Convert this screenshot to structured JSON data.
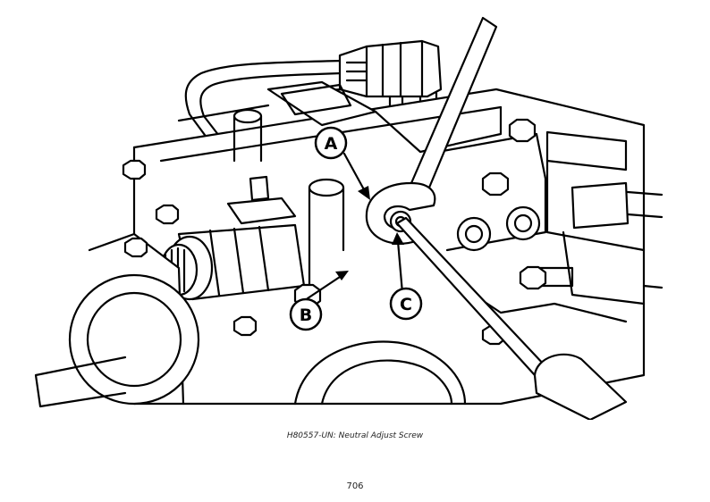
{
  "figure": {
    "callouts": [
      "A",
      "B",
      "C"
    ]
  },
  "caption": "H80557-UN: Neutral Adjust Screw",
  "page_number": "706"
}
